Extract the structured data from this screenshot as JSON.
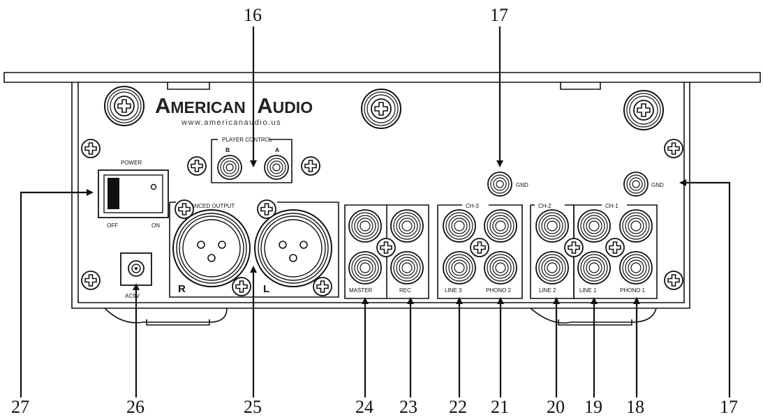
{
  "brand": {
    "name_first_initial": "A",
    "name_first_rest": "MERICAN",
    "name_second_initial": "A",
    "name_second_rest": "UDIO",
    "url": "www.americanaudio.us"
  },
  "panel_labels": {
    "player_control": "PLAYER CONTROL",
    "player_b": "B",
    "player_a": "A",
    "power": "POWER",
    "off": "OFF",
    "on": "ON",
    "ac": "AC9V",
    "balanced_output": "BALANCED OUTPUT",
    "xlr_r": "R",
    "xlr_l": "L",
    "master": "MASTER",
    "rec": "REC",
    "ch3": "CH-3",
    "ch2": "CH-2",
    "ch1": "CH-1",
    "line3": "LINE 3",
    "phono2": "PHONO 2",
    "line2": "LINE 2",
    "line1": "LINE 1",
    "phono1": "PHONO 1",
    "gnd_left": "GND",
    "gnd_right": "GND"
  },
  "callouts": {
    "n16": "16",
    "n17_top": "17",
    "n17_right": "17",
    "n18": "18",
    "n19": "19",
    "n20": "20",
    "n21": "21",
    "n22": "22",
    "n23": "23",
    "n24": "24",
    "n25": "25",
    "n26": "26",
    "n27": "27"
  }
}
